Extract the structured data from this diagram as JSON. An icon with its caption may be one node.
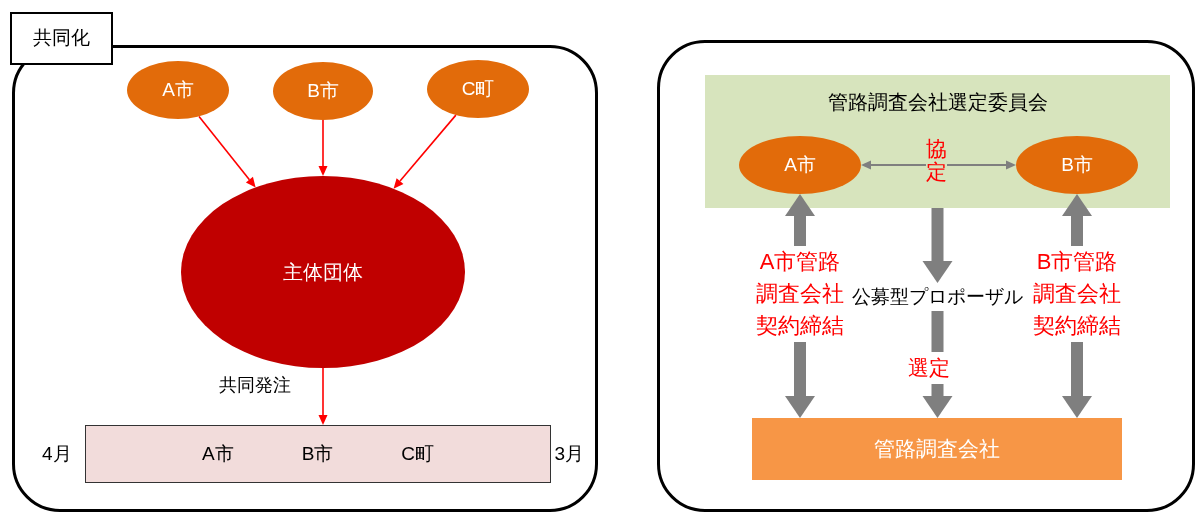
{
  "diagram": {
    "nodes": [
      {
        "text": [
          "共同化"
        ]
      },
      {
        "text": [
          "A市"
        ],
        "in": 0
      },
      {
        "text": [
          "B市"
        ],
        "in": 0
      },
      {
        "text": [
          "C町"
        ],
        "in": 0
      },
      {
        "text": [
          "主体団体"
        ],
        "in": 0
      },
      {
        "text": [
          "A市",
          "B市",
          "C町"
        ],
        "in": 0,
        "beside": [
          "4月",
          "3月"
        ]
      },
      {
        "text": [],
        "shape": "box"
      },
      {
        "text": [
          "管路調査会社選定委員会"
        ],
        "in": 6
      },
      {
        "text": [
          "A市"
        ],
        "in": 7
      },
      {
        "text": [
          "B市"
        ],
        "in": 7
      },
      {
        "text": [
          "公募型プロポーザル"
        ],
        "in": 6
      },
      {
        "text": [
          "管路調査会社"
        ],
        "in": 6
      }
    ],
    "edges": [
      {
        "from": 1,
        "to": 4,
        "arrow": "to",
        "color": "#ff0000"
      },
      {
        "from": 2,
        "to": 4,
        "arrow": "to",
        "color": "#ff0000"
      },
      {
        "from": 3,
        "to": 4,
        "arrow": "to",
        "color": "#ff0000"
      },
      {
        "from": 4,
        "to": 5,
        "arrow": "to",
        "label": "共同発注",
        "color": "#ff0000"
      },
      {
        "from": 8,
        "to": 9,
        "arrow": "both",
        "label": "協定"
      },
      {
        "from": 7,
        "to": 10,
        "arrow": "to",
        "style": "thick"
      },
      {
        "from": 10,
        "to": 11,
        "arrow": "to",
        "label": "選定",
        "style": "thick"
      },
      {
        "from": 8,
        "to": 11,
        "arrow": "both",
        "label": "A市管路調査会社契約締結",
        "style": "thick"
      },
      {
        "from": 9,
        "to": 11,
        "arrow": "both",
        "label": "B市管路調査会社契約締結",
        "style": "thick"
      }
    ]
  }
}
